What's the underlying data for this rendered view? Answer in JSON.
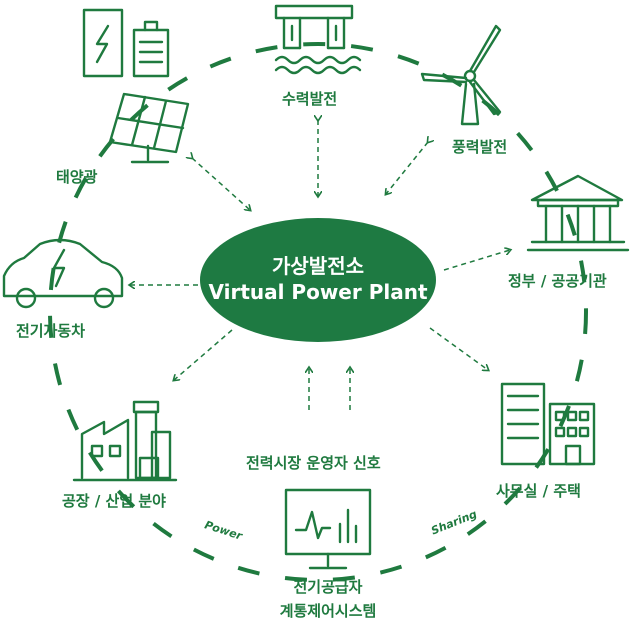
{
  "center": {
    "title_ko": "가상발전소",
    "title_en": "Virtual Power Plant"
  },
  "nodes": {
    "hydro": "수력발전",
    "wind": "풍력발전",
    "solar": "태양광",
    "government": "정부 / 공공기관",
    "ev": "전기자동차",
    "factory": "공장 / 산업 분야",
    "office": "사무실 / 주택",
    "grid_line1": "전기공급자",
    "grid_line2": "계통제어시스템"
  },
  "signal": "전력시장 운영자 신호",
  "ring_labels": {
    "power": "Power",
    "sharing": "Sharing"
  },
  "colors": {
    "accent": "#1f7a3f",
    "center_fill": "#1e7a42"
  }
}
